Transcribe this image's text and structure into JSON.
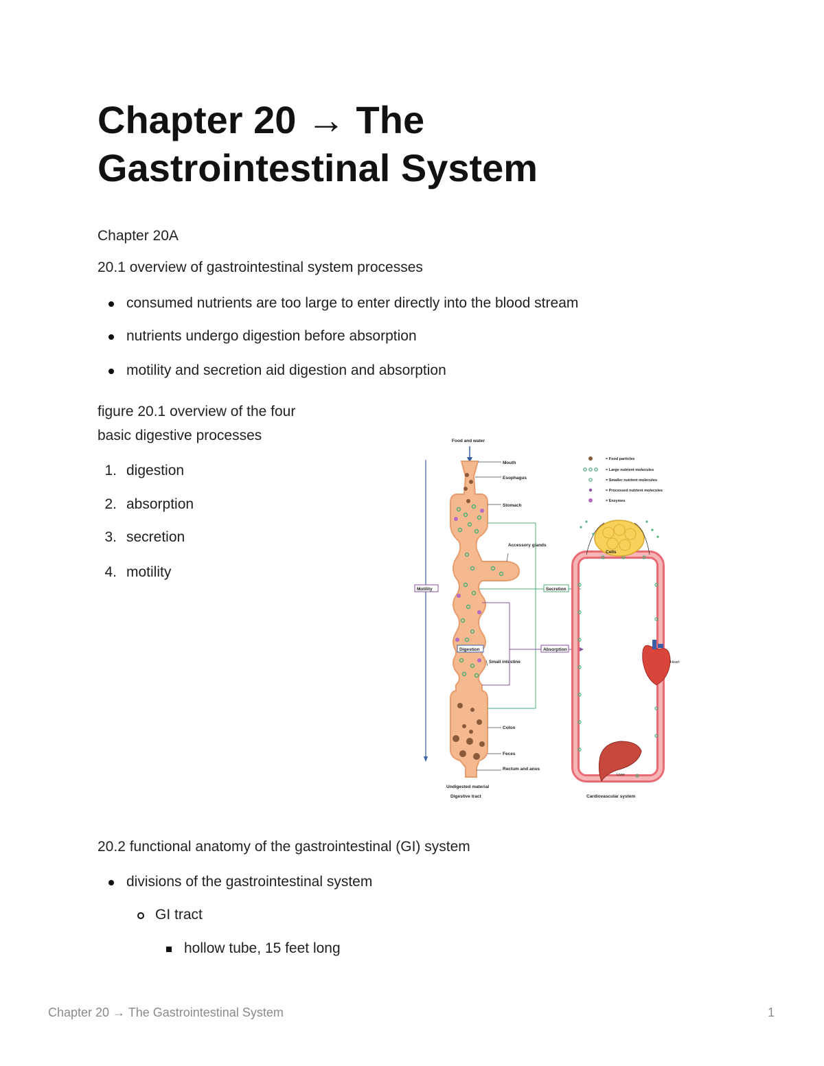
{
  "title": "Chapter 20 → The Gastrointestinal System",
  "subtitle": "Chapter 20A",
  "section1": {
    "heading": "20.1 overview of gastrointestinal system processes",
    "bullets": [
      "consumed nutrients are too large to enter directly into the blood stream",
      "nutrients undergo digestion before absorption",
      "motility and secretion aid digestion and absorption"
    ]
  },
  "figure_caption_line1": "figure 20.1 overview of the four",
  "figure_caption_line2": "basic digestive processes",
  "processes": [
    "digestion",
    "absorption",
    "secretion",
    "motility"
  ],
  "figure": {
    "top_label": "Food and water",
    "labels": {
      "mouth": "Mouth",
      "esophagus": "Esophagus",
      "stomach": "Stomach",
      "accessory": "Accessory glands",
      "small_intestine": "Small intestine",
      "colon": "Colon",
      "feces": "Feces",
      "rectum": "Rectum and anus",
      "undigested": "Undigested material",
      "digestive_tract": "Digestive tract",
      "cells": "Cells",
      "heart": "Heart",
      "liver": "Liver",
      "cardiovascular": "Cardiovascular system"
    },
    "boxes": {
      "motility": "Motility",
      "secretion": "Secretion",
      "absorption": "Absorption",
      "digestion": "Digestion"
    },
    "legend": [
      "= Food particles",
      "= Large nutrient molecules",
      "= Smaller nutrient molecules",
      "= Processed nutrient molecules",
      "= Enzymes"
    ],
    "colors": {
      "tract": "#f4b98e",
      "vessel": "#e86a73",
      "green": "#4caf7a",
      "purple": "#8b4f9f",
      "blue_arrow": "#3b5ea8"
    }
  },
  "section2": {
    "heading": "20.2 functional anatomy of the gastrointestinal (GI) system",
    "bullet": "divisions of the gastrointestinal system",
    "sub": "GI tract",
    "subsub": "hollow tube, 15 feet long"
  },
  "footer": {
    "left": "Chapter 20 → The Gastrointestinal System",
    "page": "1"
  }
}
